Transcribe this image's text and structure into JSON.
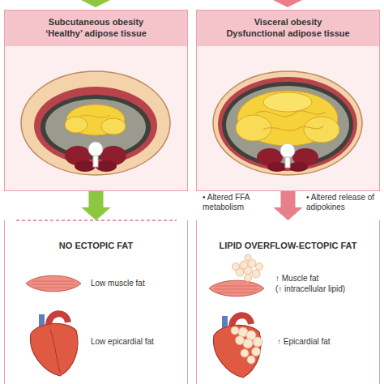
{
  "diagram": {
    "nodes": [
      {
        "text": [
          "Subcutaneous obesity",
          "‘Healthy’ adipose tissue"
        ]
      },
      {
        "text": [
          "Visceral obesity",
          "Dysfunctional adipose tissue"
        ]
      },
      {
        "text": [
          "NO ECTOPIC FAT"
        ]
      },
      {
        "text": [
          "LIPID OVERFLOW-ECTOPIC FAT"
        ]
      }
    ],
    "edges": [
      {
        "from": 0,
        "to": 2,
        "arrow": "to"
      },
      {
        "from": 1,
        "to": 3,
        "arrow": "to"
      }
    ],
    "labels": [
      "• Altered FFA metabolism",
      "• Altered release of adipokines",
      "Low muscle fat",
      "Low epicardial fat",
      "↑ Muscle fat",
      "(↑ intracellular lipid)",
      "↑ Epicardial fat"
    ]
  }
}
